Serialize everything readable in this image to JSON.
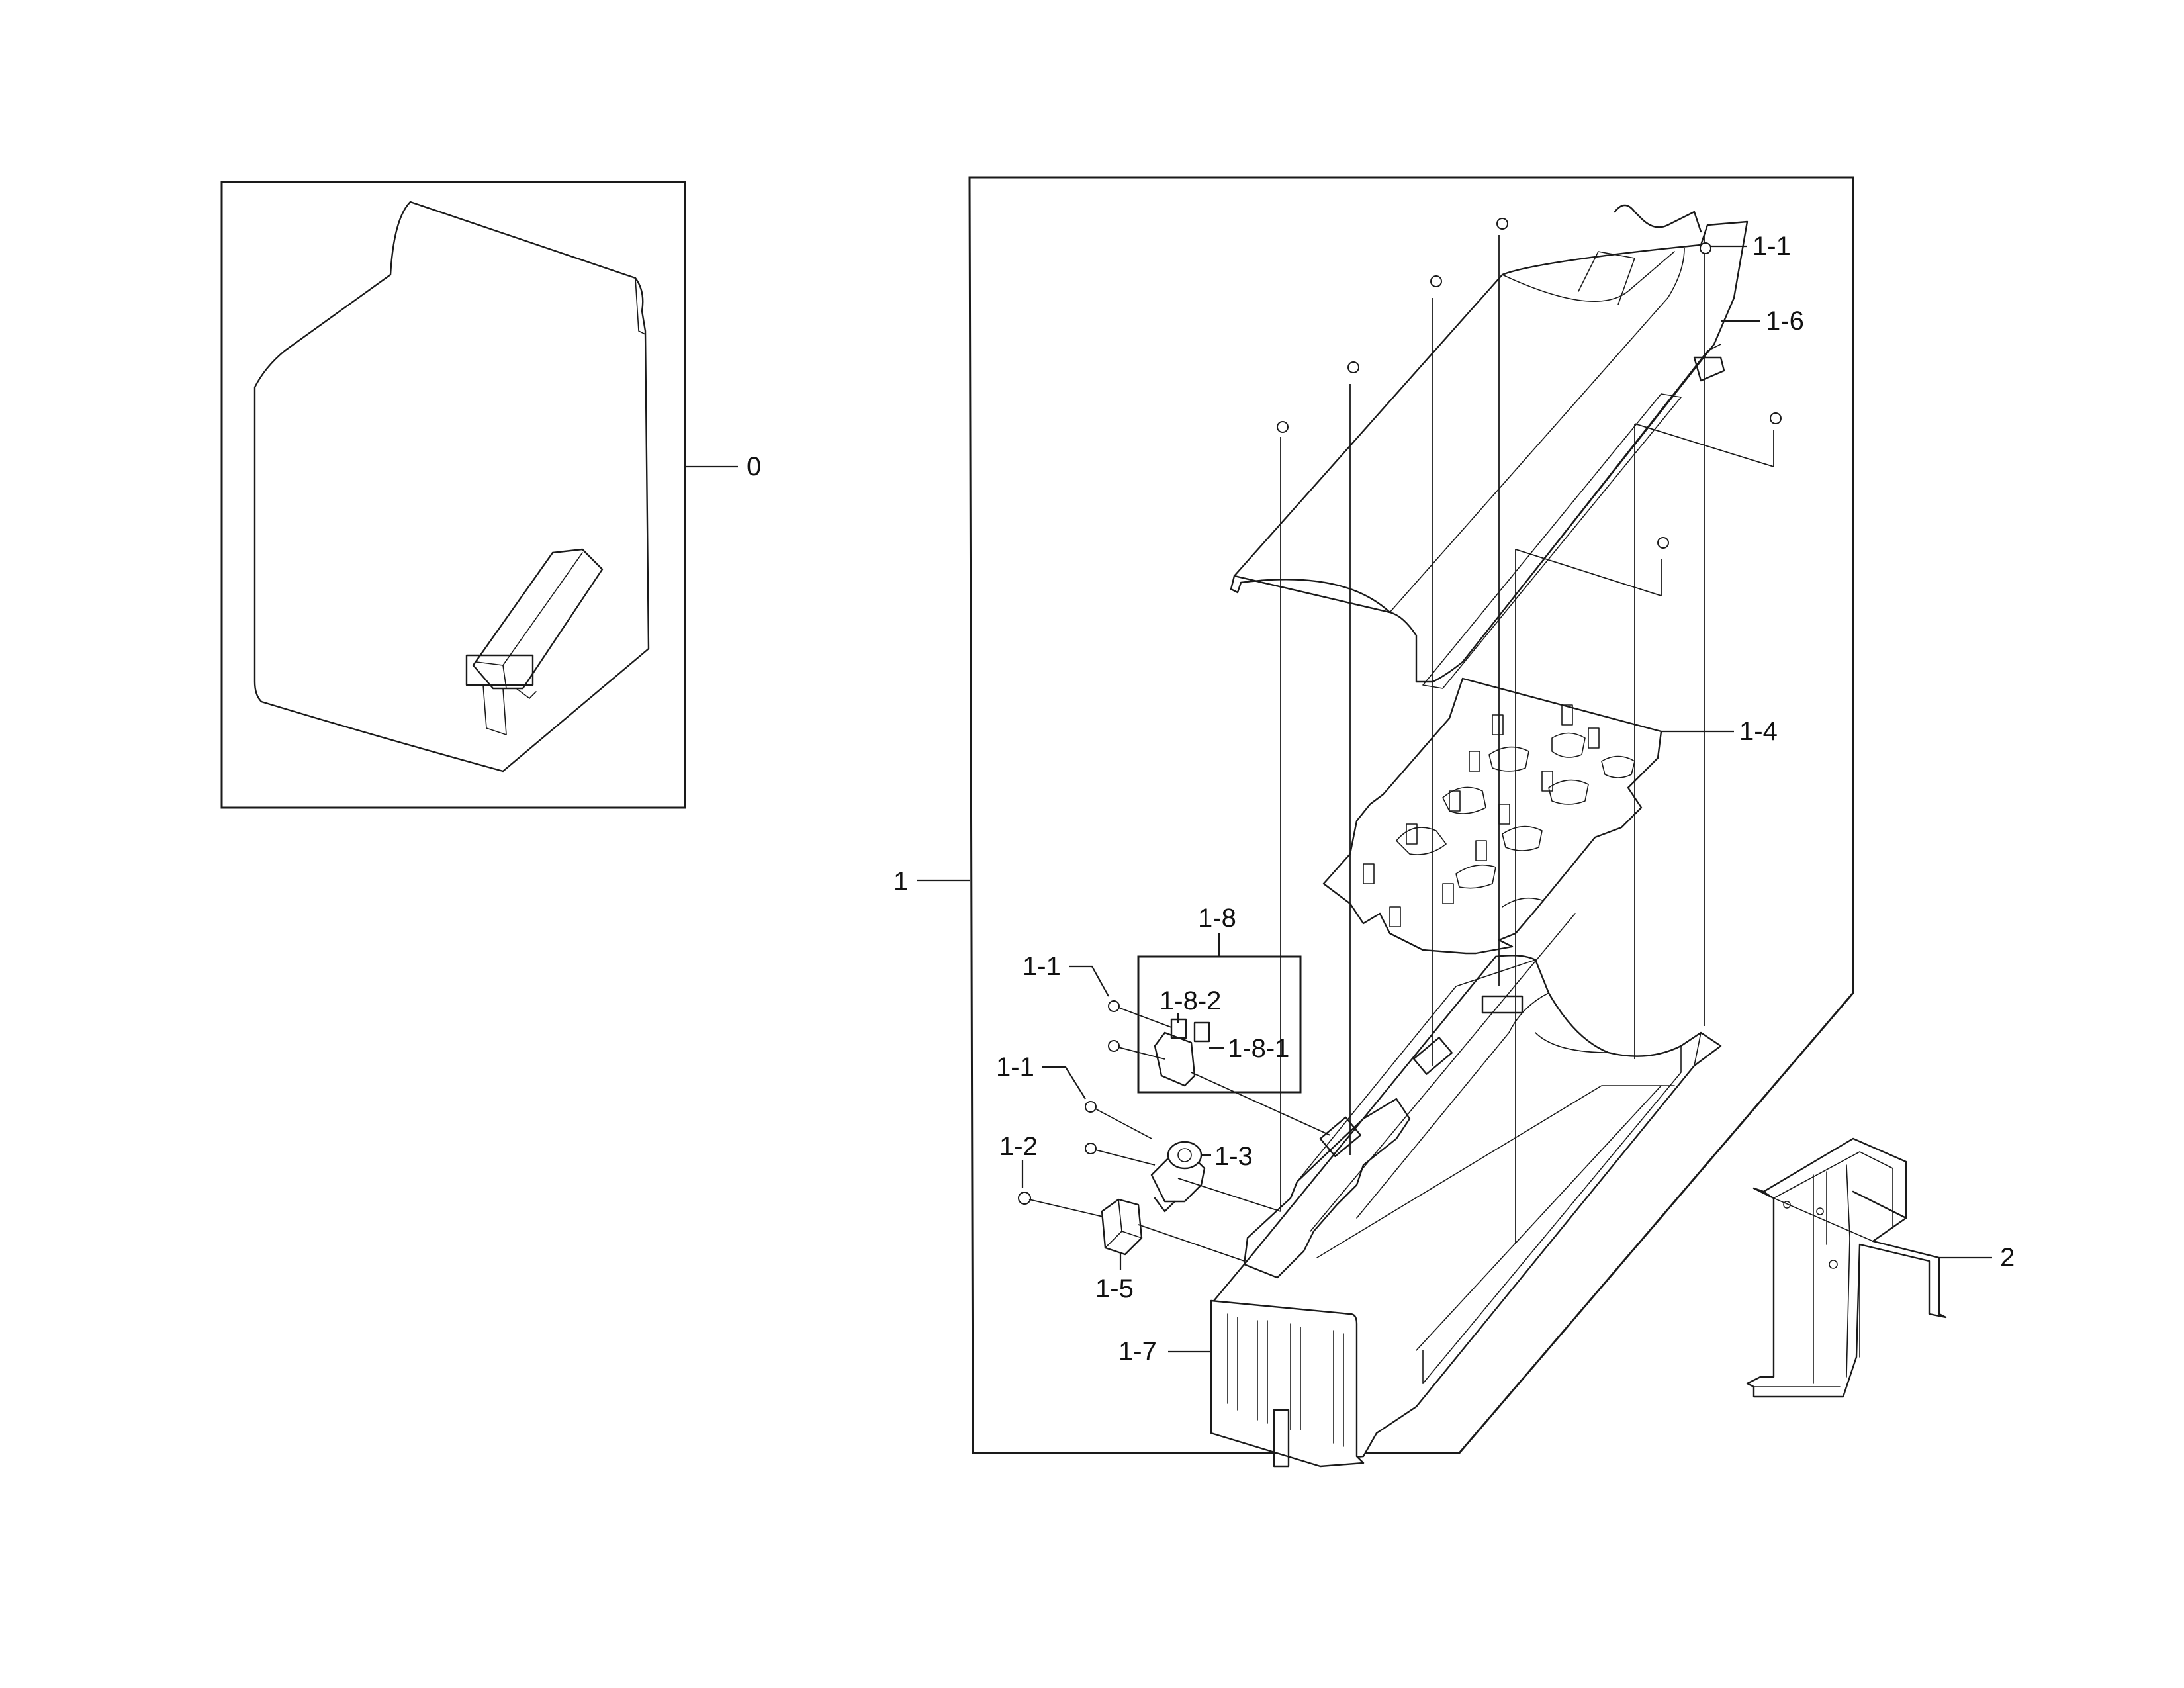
{
  "callouts": {
    "c0": "0",
    "c1": "1",
    "c1_1_top": "1-1",
    "c1_6": "1-6",
    "c1_4": "1-4",
    "c1_8": "1-8",
    "c1_1_mid": "1-1",
    "c1_8_2": "1-8-2",
    "c1_8_1": "1-8-1",
    "c1_1_low": "1-1",
    "c1_3": "1-3",
    "c1_2": "1-2",
    "c1_5": "1-5",
    "c1_7": "1-7",
    "c2": "2"
  }
}
